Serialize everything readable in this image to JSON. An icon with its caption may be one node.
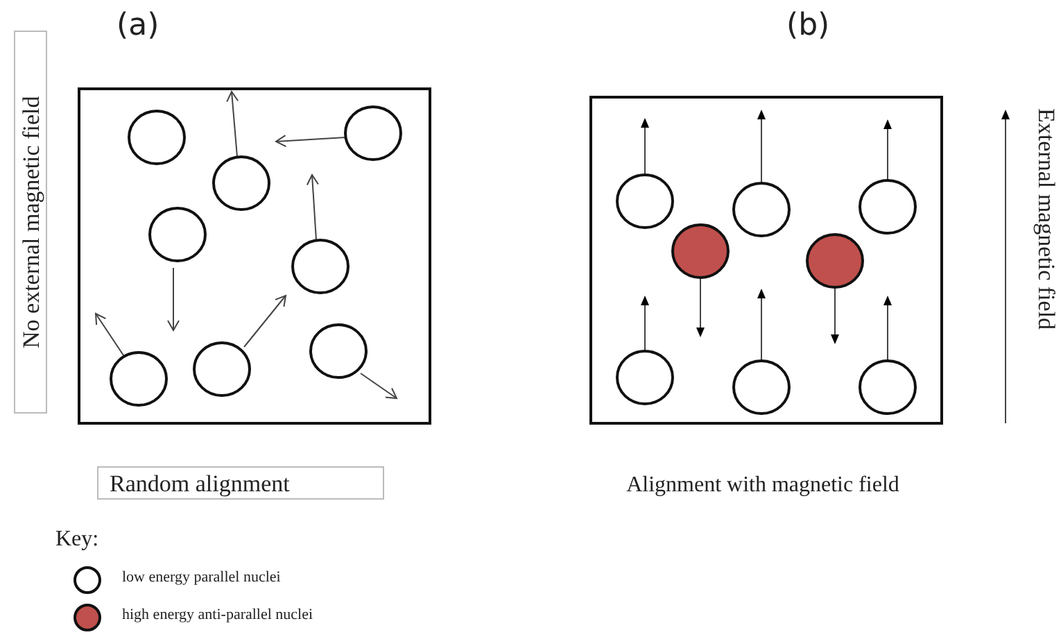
{
  "diagram": {
    "labels": [
      "(a)",
      "(b)",
      "No external magnetic field",
      "External magnetic field",
      "Random alignment",
      "Alignment with magnetic field",
      "Key:"
    ],
    "legend": [
      {
        "text": "low energy parallel nuclei",
        "color": "#ffffff"
      },
      {
        "text": "high energy anti-parallel nuclei",
        "color": "#c0504d"
      }
    ]
  }
}
